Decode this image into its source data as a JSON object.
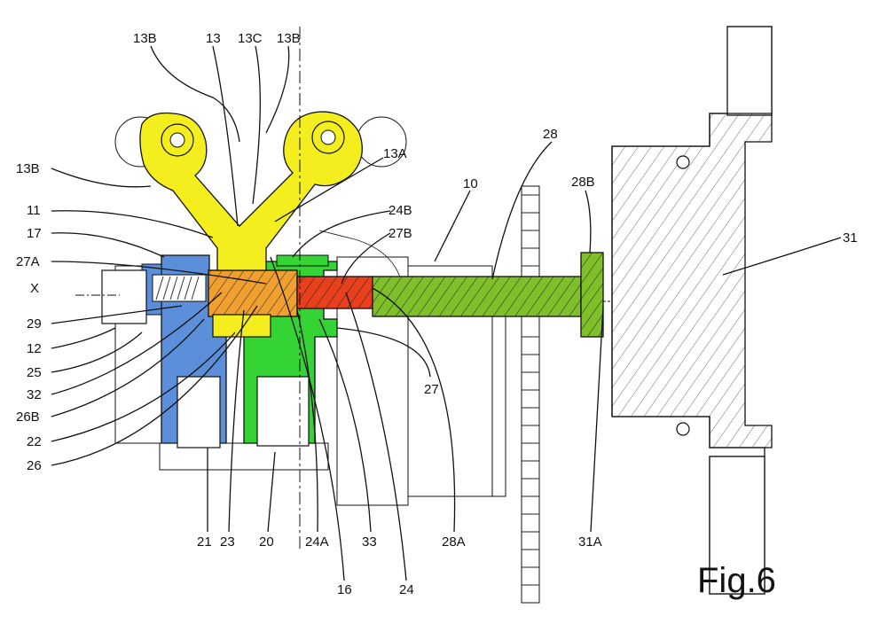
{
  "figure": {
    "title": "Fig.6"
  },
  "colors": {
    "yellow_part": "#f5ee1f",
    "blue_part": "#5b8fd9",
    "green_part": "#33d433",
    "red_part": "#e8401c",
    "orange_part": "#f0a030",
    "olive_part": "#7fbf2a",
    "line": "#111111"
  },
  "labels": [
    {
      "id": "l13B_1",
      "text": "13B"
    },
    {
      "id": "l13",
      "text": "13"
    },
    {
      "id": "l13C",
      "text": "13C"
    },
    {
      "id": "l13B_2",
      "text": "13B"
    },
    {
      "id": "l13B_3",
      "text": "13B"
    },
    {
      "id": "l13A",
      "text": "13A"
    },
    {
      "id": "l28",
      "text": "28"
    },
    {
      "id": "l10",
      "text": "10"
    },
    {
      "id": "l28B",
      "text": "28B"
    },
    {
      "id": "l11",
      "text": "11"
    },
    {
      "id": "l24B",
      "text": "24B"
    },
    {
      "id": "l17",
      "text": "17"
    },
    {
      "id": "l27B",
      "text": "27B"
    },
    {
      "id": "l31",
      "text": "31"
    },
    {
      "id": "l27A",
      "text": "27A"
    },
    {
      "id": "lX",
      "text": "X"
    },
    {
      "id": "l29",
      "text": "29"
    },
    {
      "id": "l12",
      "text": "12"
    },
    {
      "id": "l25",
      "text": "25"
    },
    {
      "id": "l32",
      "text": "32"
    },
    {
      "id": "l27",
      "text": "27"
    },
    {
      "id": "l26B",
      "text": "26B"
    },
    {
      "id": "l22",
      "text": "22"
    },
    {
      "id": "l26",
      "text": "26"
    },
    {
      "id": "l21",
      "text": "21"
    },
    {
      "id": "l23",
      "text": "23"
    },
    {
      "id": "l20",
      "text": "20"
    },
    {
      "id": "l24A",
      "text": "24A"
    },
    {
      "id": "l33",
      "text": "33"
    },
    {
      "id": "l28A",
      "text": "28A"
    },
    {
      "id": "l31A",
      "text": "31A"
    },
    {
      "id": "l16",
      "text": "16"
    },
    {
      "id": "l24",
      "text": "24"
    }
  ]
}
